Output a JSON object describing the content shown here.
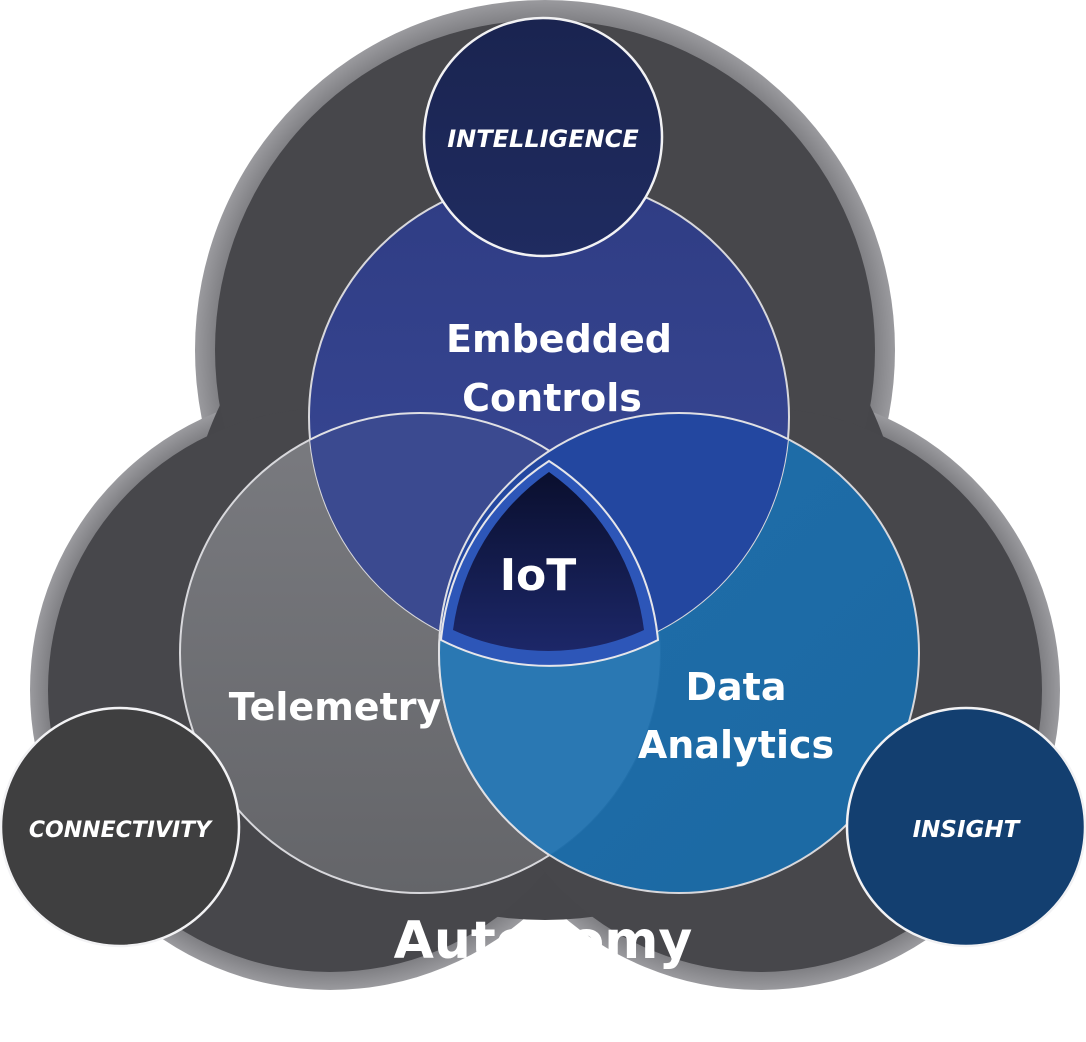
{
  "diagram": {
    "outer_label": "Autonomy",
    "center_label": "IoT",
    "sets": [
      {
        "id": "embedded",
        "lines": [
          "Embedded",
          "Controls"
        ],
        "color": "#2b3f8f"
      },
      {
        "id": "telemetry",
        "lines": [
          "Telemetry"
        ],
        "color": "#6b6c70"
      },
      {
        "id": "analytics",
        "lines": [
          "Data",
          "Analytics"
        ],
        "color": "#1f77b0"
      }
    ],
    "pillars": [
      {
        "id": "intelligence",
        "label": "INTELLIGENCE",
        "color": "#1b2656"
      },
      {
        "id": "connectivity",
        "label": "CONNECTIVITY",
        "color": "#3f3f40"
      },
      {
        "id": "insight",
        "label": "INSIGHT",
        "color": "#123d6d"
      }
    ]
  }
}
